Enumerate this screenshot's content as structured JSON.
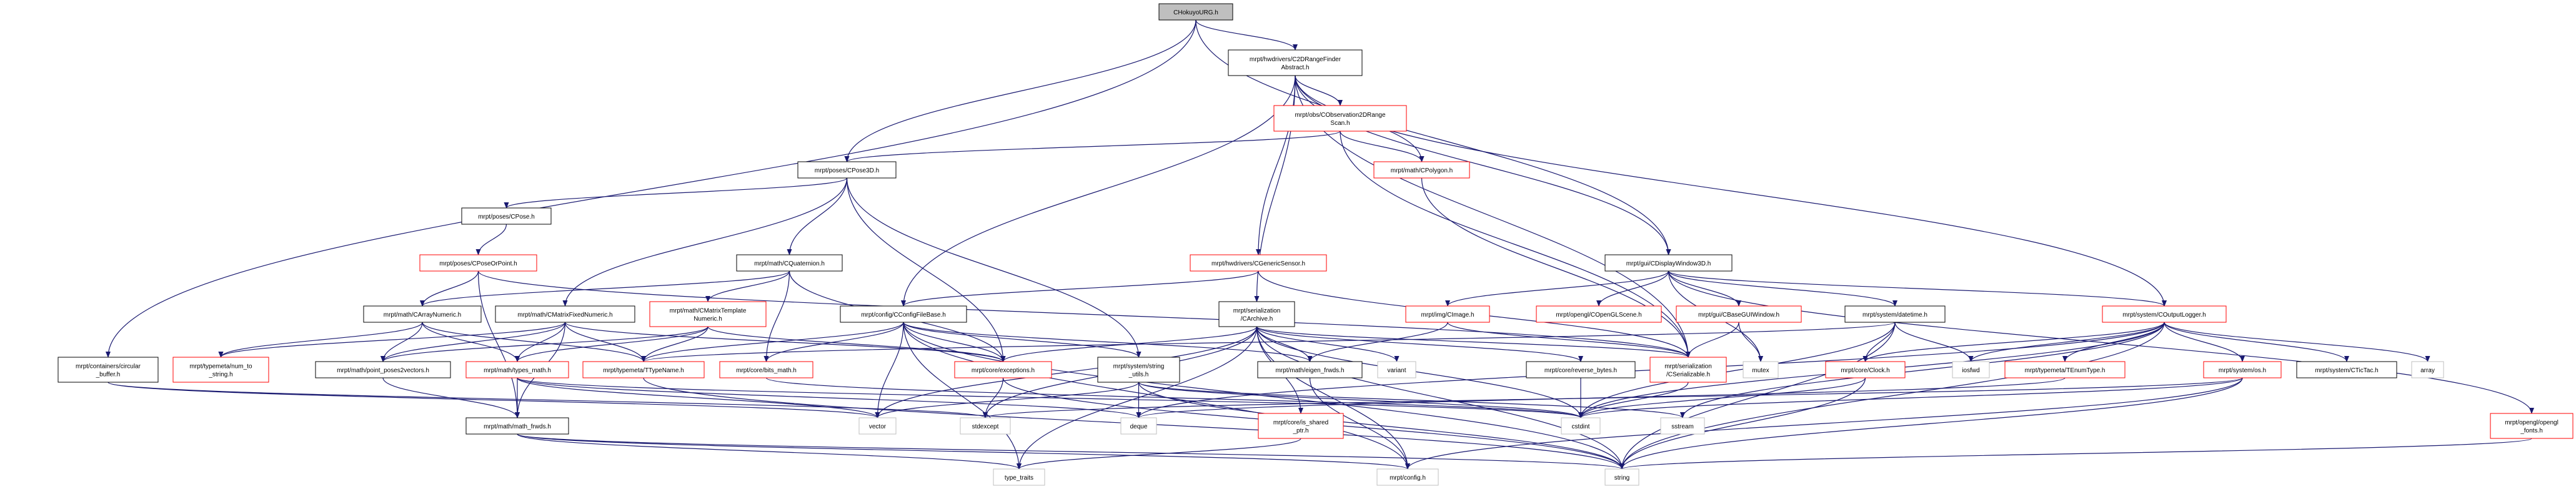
{
  "title": "CHokuyoURG.h",
  "colors": {
    "edge": "#191970",
    "root_fill": "#bfbfbf",
    "normal_border": "#000000",
    "truncated_border": "#ff0000",
    "external_border": "#bfbfbf"
  },
  "nodes": {
    "hokuyo": {
      "lines": [
        "CHokuyoURG.h"
      ],
      "kind": "root"
    },
    "rf": {
      "lines": [
        "mrpt/hwdrivers/C2DRangeFinder",
        "Abstract.h"
      ],
      "kind": "normal"
    },
    "obs": {
      "lines": [
        "mrpt/obs/CObservation2DRange",
        "Scan.h"
      ],
      "kind": "truncated"
    },
    "polygon": {
      "lines": [
        "mrpt/math/CPolygon.h"
      ],
      "kind": "truncated"
    },
    "pose3d": {
      "lines": [
        "mrpt/poses/CPose3D.h"
      ],
      "kind": "normal"
    },
    "pose": {
      "lines": [
        "mrpt/poses/CPose.h"
      ],
      "kind": "normal"
    },
    "poseorpoint": {
      "lines": [
        "mrpt/poses/CPoseOrPoint.h"
      ],
      "kind": "truncated"
    },
    "quaternion": {
      "lines": [
        "mrpt/math/CQuaternion.h"
      ],
      "kind": "normal"
    },
    "arraynum": {
      "lines": [
        "mrpt/math/CArrayNumeric.h"
      ],
      "kind": "normal"
    },
    "matfixed": {
      "lines": [
        "mrpt/math/CMatrixFixedNumeric.h"
      ],
      "kind": "normal"
    },
    "mattempl": {
      "lines": [
        "mrpt/math/CMatrixTemplate",
        "Numeric.h"
      ],
      "kind": "truncated"
    },
    "configfile": {
      "lines": [
        "mrpt/config/CConfigFileBase.h"
      ],
      "kind": "normal"
    },
    "genericsensor": {
      "lines": [
        "mrpt/hwdrivers/CGenericSensor.h"
      ],
      "kind": "truncated"
    },
    "archive": {
      "lines": [
        "mrpt/serialization",
        "/CArchive.h"
      ],
      "kind": "normal"
    },
    "dispwin": {
      "lines": [
        "mrpt/gui/CDisplayWindow3D.h"
      ],
      "kind": "normal"
    },
    "cimage": {
      "lines": [
        "mrpt/img/CImage.h"
      ],
      "kind": "truncated"
    },
    "openglscene": {
      "lines": [
        "mrpt/opengl/COpenGLScene.h"
      ],
      "kind": "truncated"
    },
    "baseguiwin": {
      "lines": [
        "mrpt/gui/CBaseGUIWindow.h"
      ],
      "kind": "truncated"
    },
    "datetime": {
      "lines": [
        "mrpt/system/datetime.h"
      ],
      "kind": "normal"
    },
    "outlogger": {
      "lines": [
        "mrpt/system/COutputLogger.h"
      ],
      "kind": "truncated"
    },
    "circbuf": {
      "lines": [
        "mrpt/containers/circular",
        "_buffer.h"
      ],
      "kind": "normal"
    },
    "numtostr": {
      "lines": [
        "mrpt/typemeta/num_to",
        "_string.h"
      ],
      "kind": "truncated"
    },
    "pp2v": {
      "lines": [
        "mrpt/math/point_poses2vectors.h"
      ],
      "kind": "normal"
    },
    "typesmath": {
      "lines": [
        "mrpt/math/types_math.h"
      ],
      "kind": "truncated"
    },
    "ttypename": {
      "lines": [
        "mrpt/typemeta/TTypeName.h"
      ],
      "kind": "truncated"
    },
    "bitsmath": {
      "lines": [
        "mrpt/core/bits_math.h"
      ],
      "kind": "truncated"
    },
    "exceptions": {
      "lines": [
        "mrpt/core/exceptions.h"
      ],
      "kind": "truncated"
    },
    "strutils": {
      "lines": [
        "mrpt/system/string",
        "_utils.h"
      ],
      "kind": "normal"
    },
    "eigen": {
      "lines": [
        "mrpt/math/eigen_frwds.h"
      ],
      "kind": "normal"
    },
    "variant": {
      "lines": [
        "variant"
      ],
      "kind": "external"
    },
    "revbytes": {
      "lines": [
        "mrpt/core/reverse_bytes.h"
      ],
      "kind": "normal"
    },
    "serializable": {
      "lines": [
        "mrpt/serialization",
        "/CSerializable.h"
      ],
      "kind": "truncated"
    },
    "mutex": {
      "lines": [
        "mutex"
      ],
      "kind": "external"
    },
    "clock": {
      "lines": [
        "mrpt/core/Clock.h"
      ],
      "kind": "truncated"
    },
    "iosfwd": {
      "lines": [
        "iosfwd"
      ],
      "kind": "external"
    },
    "tenum": {
      "lines": [
        "mrpt/typemeta/TEnumType.h"
      ],
      "kind": "truncated"
    },
    "os": {
      "lines": [
        "mrpt/system/os.h"
      ],
      "kind": "truncated"
    },
    "tictac": {
      "lines": [
        "mrpt/system/CTicTac.h"
      ],
      "kind": "normal"
    },
    "array": {
      "lines": [
        "array"
      ],
      "kind": "external"
    },
    "mathfrwds": {
      "lines": [
        "mrpt/math/math_frwds.h"
      ],
      "kind": "normal"
    },
    "vector": {
      "lines": [
        "vector"
      ],
      "kind": "external"
    },
    "stdexcept": {
      "lines": [
        "stdexcept"
      ],
      "kind": "external"
    },
    "deque": {
      "lines": [
        "deque"
      ],
      "kind": "external"
    },
    "isshared": {
      "lines": [
        "mrpt/core/is_shared",
        "_ptr.h"
      ],
      "kind": "truncated"
    },
    "cstdint": {
      "lines": [
        "cstdint"
      ],
      "kind": "external"
    },
    "sstream": {
      "lines": [
        "sstream"
      ],
      "kind": "external"
    },
    "oglfonts": {
      "lines": [
        "mrpt/opengl/opengl",
        "_fonts.h"
      ],
      "kind": "truncated"
    },
    "typetraits": {
      "lines": [
        "type_traits"
      ],
      "kind": "external"
    },
    "config": {
      "lines": [
        "mrpt/config.h"
      ],
      "kind": "external"
    },
    "string": {
      "lines": [
        "string"
      ],
      "kind": "external"
    }
  },
  "edges": [
    [
      "hokuyo",
      "rf"
    ],
    [
      "hokuyo",
      "pose3d"
    ],
    [
      "hokuyo",
      "dispwin"
    ],
    [
      "hokuyo",
      "circbuf"
    ],
    [
      "rf",
      "obs"
    ],
    [
      "rf",
      "polygon"
    ],
    [
      "rf",
      "configfile"
    ],
    [
      "rf",
      "genericsensor"
    ],
    [
      "rf",
      "archive"
    ],
    [
      "rf",
      "dispwin"
    ],
    [
      "rf",
      "outlogger"
    ],
    [
      "rf",
      "serializable"
    ],
    [
      "obs",
      "pose3d"
    ],
    [
      "obs",
      "polygon"
    ],
    [
      "obs",
      "serializable"
    ],
    [
      "polygon",
      "serializable"
    ],
    [
      "pose3d",
      "pose"
    ],
    [
      "pose3d",
      "quaternion"
    ],
    [
      "pose3d",
      "matfixed"
    ],
    [
      "pose3d",
      "strutils"
    ],
    [
      "pose3d",
      "exceptions"
    ],
    [
      "pose",
      "poseorpoint"
    ],
    [
      "poseorpoint",
      "arraynum"
    ],
    [
      "poseorpoint",
      "mathfrwds"
    ],
    [
      "poseorpoint",
      "serializable"
    ],
    [
      "quaternion",
      "arraynum"
    ],
    [
      "quaternion",
      "mattempl"
    ],
    [
      "quaternion",
      "bitsmath"
    ],
    [
      "quaternion",
      "exceptions"
    ],
    [
      "arraynum",
      "numtostr"
    ],
    [
      "arraynum",
      "pp2v"
    ],
    [
      "arraynum",
      "typesmath"
    ],
    [
      "arraynum",
      "ttypename"
    ],
    [
      "matfixed",
      "numtostr"
    ],
    [
      "matfixed",
      "pp2v"
    ],
    [
      "matfixed",
      "typesmath"
    ],
    [
      "matfixed",
      "ttypename"
    ],
    [
      "matfixed",
      "mathfrwds"
    ],
    [
      "matfixed",
      "exceptions"
    ],
    [
      "mattempl",
      "pp2v"
    ],
    [
      "mattempl",
      "typesmath"
    ],
    [
      "mattempl",
      "ttypename"
    ],
    [
      "mattempl",
      "exceptions"
    ],
    [
      "circbuf",
      "vector"
    ],
    [
      "circbuf",
      "stdexcept"
    ],
    [
      "pp2v",
      "mathfrwds"
    ],
    [
      "typesmath",
      "mathfrwds"
    ],
    [
      "typesmath",
      "vector"
    ],
    [
      "typesmath",
      "cstdint"
    ],
    [
      "typesmath",
      "deque"
    ],
    [
      "ttypename",
      "string"
    ],
    [
      "bitsmath",
      "cstdint"
    ],
    [
      "mathfrwds",
      "typetraits"
    ],
    [
      "mathfrwds",
      "config"
    ],
    [
      "mathfrwds",
      "string"
    ],
    [
      "genericsensor",
      "configfile"
    ],
    [
      "genericsensor",
      "serializable"
    ],
    [
      "configfile",
      "exceptions"
    ],
    [
      "configfile",
      "strutils"
    ],
    [
      "configfile",
      "vector"
    ],
    [
      "configfile",
      "typetraits"
    ],
    [
      "configfile",
      "string"
    ],
    [
      "configfile",
      "bitsmath"
    ],
    [
      "configfile",
      "ttypename"
    ],
    [
      "configfile",
      "config"
    ],
    [
      "configfile",
      "eigen"
    ],
    [
      "archive",
      "exceptions"
    ],
    [
      "archive",
      "stdexcept"
    ],
    [
      "archive",
      "vector"
    ],
    [
      "archive",
      "eigen"
    ],
    [
      "archive",
      "variant"
    ],
    [
      "archive",
      "revbytes"
    ],
    [
      "archive",
      "serializable"
    ],
    [
      "archive",
      "isshared"
    ],
    [
      "archive",
      "typetraits"
    ],
    [
      "archive",
      "cstdint"
    ],
    [
      "archive",
      "string"
    ],
    [
      "archive",
      "config"
    ],
    [
      "dispwin",
      "cimage"
    ],
    [
      "dispwin",
      "openglscene"
    ],
    [
      "dispwin",
      "baseguiwin"
    ],
    [
      "dispwin",
      "datetime"
    ],
    [
      "dispwin",
      "mutex"
    ],
    [
      "dispwin",
      "outlogger"
    ],
    [
      "dispwin",
      "oglfonts"
    ],
    [
      "cimage",
      "eigen"
    ],
    [
      "cimage",
      "serializable"
    ],
    [
      "baseguiwin",
      "serializable"
    ],
    [
      "baseguiwin",
      "mutex"
    ],
    [
      "datetime",
      "clock"
    ],
    [
      "datetime",
      "iosfwd"
    ],
    [
      "datetime",
      "cstdint"
    ],
    [
      "datetime",
      "string"
    ],
    [
      "datetime",
      "ttypename"
    ],
    [
      "outlogger",
      "clock"
    ],
    [
      "outlogger",
      "iosfwd"
    ],
    [
      "outlogger",
      "tenum"
    ],
    [
      "outlogger",
      "os"
    ],
    [
      "outlogger",
      "tictac"
    ],
    [
      "outlogger",
      "array"
    ],
    [
      "outlogger",
      "deque"
    ],
    [
      "outlogger",
      "sstream"
    ],
    [
      "outlogger",
      "string"
    ],
    [
      "outlogger",
      "cstdint"
    ],
    [
      "exceptions",
      "stdexcept"
    ],
    [
      "exceptions",
      "string"
    ],
    [
      "strutils",
      "deque"
    ],
    [
      "strutils",
      "vector"
    ],
    [
      "strutils",
      "string"
    ],
    [
      "strutils",
      "cstdint"
    ],
    [
      "strutils",
      "sstream"
    ],
    [
      "eigen",
      "config"
    ],
    [
      "revbytes",
      "cstdint"
    ],
    [
      "serializable",
      "cstdint"
    ],
    [
      "isshared",
      "typetraits"
    ],
    [
      "clock",
      "cstdint"
    ],
    [
      "clock",
      "string"
    ],
    [
      "os",
      "cstdint"
    ],
    [
      "os",
      "config"
    ],
    [
      "os",
      "string"
    ],
    [
      "os",
      "stdexcept"
    ],
    [
      "tenum",
      "deque"
    ],
    [
      "oglfonts",
      "string"
    ]
  ]
}
